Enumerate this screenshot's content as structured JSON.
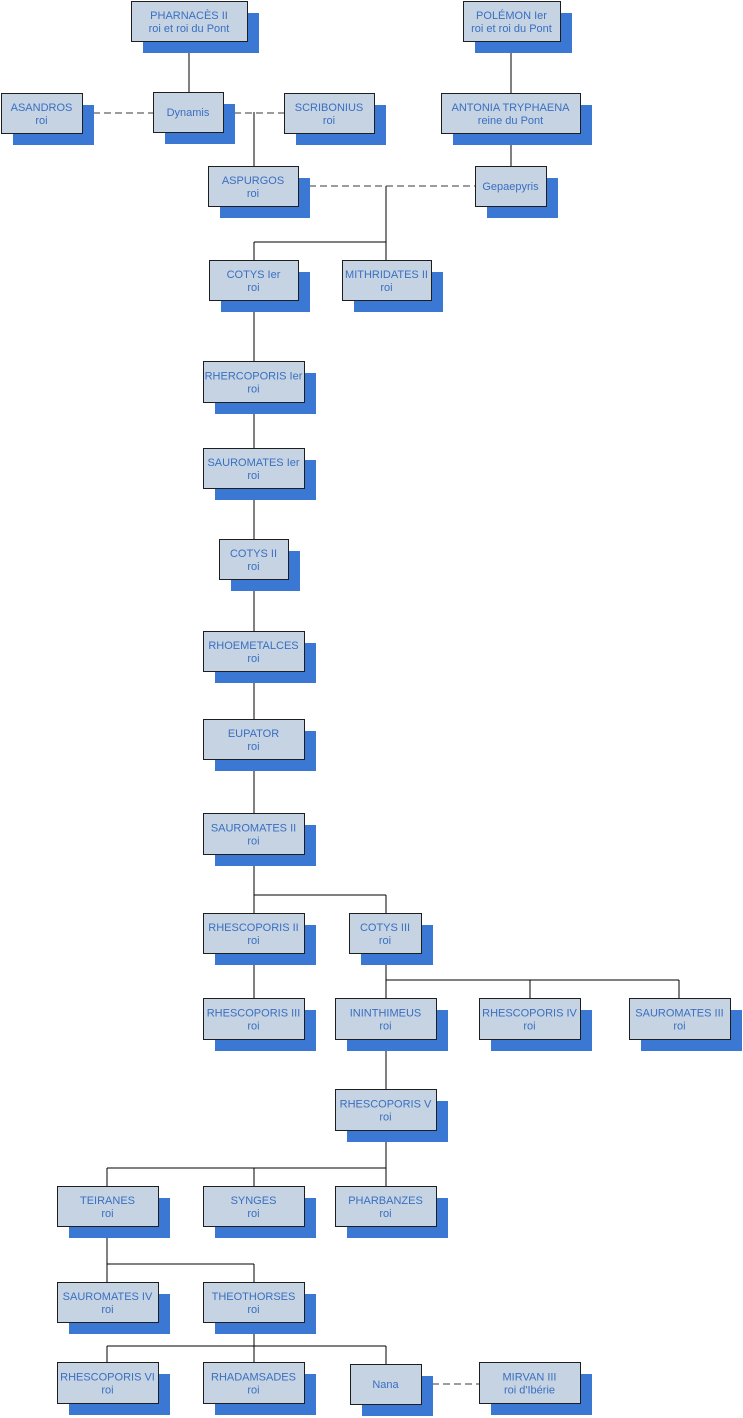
{
  "diagram": {
    "nodes": [
      {
        "id": "pharnaces2",
        "line1": "PHARNACÈS II",
        "line2": "roi et roi du Pont"
      },
      {
        "id": "polemon1",
        "line1": "POLÉMON Ier",
        "line2": "roi et roi du Pont"
      },
      {
        "id": "asandros",
        "line1": "ASANDROS",
        "line2": "roi"
      },
      {
        "id": "dynamis",
        "line1": "Dynamis",
        "line2": ""
      },
      {
        "id": "scribonius",
        "line1": "SCRIBONIUS",
        "line2": "roi"
      },
      {
        "id": "antonia",
        "line1": "ANTONIA TRYPHAENA",
        "line2": "reine du Pont"
      },
      {
        "id": "aspurgos",
        "line1": "ASPURGOS",
        "line2": "roi"
      },
      {
        "id": "gepaepyris",
        "line1": "Gepaepyris",
        "line2": ""
      },
      {
        "id": "cotys1",
        "line1": "COTYS Ier",
        "line2": "roi"
      },
      {
        "id": "mithridates2",
        "line1": "MITHRIDATES II",
        "line2": "roi"
      },
      {
        "id": "rhescoporis1",
        "line1": "RHERCOPORIS Ier",
        "line2": "roi"
      },
      {
        "id": "sauromates1",
        "line1": "SAUROMATES Ier",
        "line2": "roi"
      },
      {
        "id": "cotys2",
        "line1": "COTYS II",
        "line2": "roi"
      },
      {
        "id": "rhoemetalces",
        "line1": "RHOEMETALCES",
        "line2": "roi"
      },
      {
        "id": "eupator",
        "line1": "EUPATOR",
        "line2": "roi"
      },
      {
        "id": "sauromates2",
        "line1": "SAUROMATES II",
        "line2": "roi"
      },
      {
        "id": "rhescoporis2",
        "line1": "RHESCOPORIS II",
        "line2": "roi"
      },
      {
        "id": "cotys3",
        "line1": "COTYS III",
        "line2": "roi"
      },
      {
        "id": "rhescoporis3",
        "line1": "RHESCOPORIS III",
        "line2": "roi"
      },
      {
        "id": "ininthimeus",
        "line1": "ININTHIMEUS",
        "line2": "roi"
      },
      {
        "id": "rhescoporis4",
        "line1": "RHESCOPORIS IV",
        "line2": "roi"
      },
      {
        "id": "sauromates3",
        "line1": "SAUROMATES III",
        "line2": "roi"
      },
      {
        "id": "rhescoporis5",
        "line1": "RHESCOPORIS V",
        "line2": "roi"
      },
      {
        "id": "teiranes",
        "line1": "TEIRANES",
        "line2": "roi"
      },
      {
        "id": "synges",
        "line1": "SYNGES",
        "line2": "roi"
      },
      {
        "id": "pharbanzes",
        "line1": "PHARBANZES",
        "line2": "roi"
      },
      {
        "id": "sauromates4",
        "line1": "SAUROMATES IV",
        "line2": "roi"
      },
      {
        "id": "theothorses",
        "line1": "THEOTHORSES",
        "line2": "roi"
      },
      {
        "id": "rhescoporis6",
        "line1": "RHESCOPORIS VI",
        "line2": "roi"
      },
      {
        "id": "rhadamsades",
        "line1": "RHADAMSADES",
        "line2": "roi"
      },
      {
        "id": "nana",
        "line1": "Nana",
        "line2": ""
      },
      {
        "id": "mirvan3",
        "line1": "MIRVAN III",
        "line2": "roi d'Ibérie"
      }
    ],
    "marriages": [
      [
        "asandros",
        "dynamis"
      ],
      [
        "dynamis",
        "scribonius"
      ],
      [
        "aspurgos",
        "gepaepyris"
      ],
      [
        "nana",
        "mirvan3"
      ]
    ],
    "descent": [
      {
        "parents": [
          "pharnaces2"
        ],
        "children": [
          "dynamis"
        ]
      },
      {
        "parents": [
          "polemon1"
        ],
        "children": [
          "antonia"
        ]
      },
      {
        "parents": [
          "antonia"
        ],
        "children": [
          "gepaepyris"
        ]
      },
      {
        "parents": [
          "dynamis",
          "scribonius"
        ],
        "children": [
          "aspurgos"
        ]
      },
      {
        "parents": [
          "aspurgos",
          "gepaepyris"
        ],
        "children": [
          "cotys1",
          "mithridates2"
        ]
      },
      {
        "parents": [
          "cotys1"
        ],
        "children": [
          "rhescoporis1"
        ]
      },
      {
        "parents": [
          "rhescoporis1"
        ],
        "children": [
          "sauromates1"
        ]
      },
      {
        "parents": [
          "sauromates1"
        ],
        "children": [
          "cotys2"
        ]
      },
      {
        "parents": [
          "cotys2"
        ],
        "children": [
          "rhoemetalces"
        ]
      },
      {
        "parents": [
          "rhoemetalces"
        ],
        "children": [
          "eupator"
        ]
      },
      {
        "parents": [
          "eupator"
        ],
        "children": [
          "sauromates2"
        ]
      },
      {
        "parents": [
          "sauromates2"
        ],
        "children": [
          "rhescoporis2",
          "cotys3"
        ]
      },
      {
        "parents": [
          "rhescoporis2"
        ],
        "children": [
          "rhescoporis3"
        ]
      },
      {
        "parents": [
          "cotys3"
        ],
        "children": [
          "ininthimeus",
          "rhescoporis4",
          "sauromates3"
        ]
      },
      {
        "parents": [
          "ininthimeus"
        ],
        "children": [
          "rhescoporis5"
        ]
      },
      {
        "parents": [
          "rhescoporis5"
        ],
        "children": [
          "teiranes",
          "synges",
          "pharbanzes"
        ]
      },
      {
        "parents": [
          "teiranes"
        ],
        "children": [
          "sauromates4",
          "theothorses"
        ]
      },
      {
        "parents": [
          "theothorses"
        ],
        "children": [
          "rhescoporis6",
          "rhadamsades",
          "nana"
        ]
      }
    ]
  }
}
